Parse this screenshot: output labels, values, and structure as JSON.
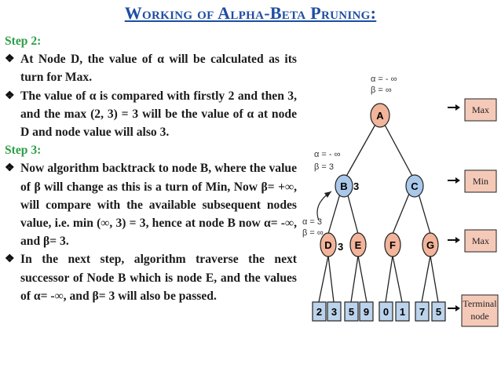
{
  "title": "Working of Alpha-Beta Pruning:",
  "steps": [
    {
      "heading": "Step 2:",
      "bullets": [
        "At Node D, the value of α will be calculated as its turn for Max.",
        "The value of α is compared with firstly 2 and then 3, and the max (2, 3) = 3 will be the value of α at node D and node value will also 3."
      ]
    },
    {
      "heading": "Step 3:",
      "bullets": [
        "Now algorithm backtrack to node B, where the value of β will change as this is a turn of Min, Now β= +∞, will compare with the available subsequent nodes value, i.e. min (∞, 3) = 3, hence at node B now α= -∞, and β= 3.",
        "In the next step, algorithm traverse the next successor of Node B which is node E, and the values of α= -∞, and β= 3 will also be passed."
      ]
    }
  ],
  "tree": {
    "nodes": {
      "A": "A",
      "B": "B",
      "C": "C",
      "D": "D",
      "E": "E",
      "F": "F",
      "G": "G"
    },
    "node_values": {
      "B": "3",
      "D": "3"
    },
    "leaves": [
      "2",
      "3",
      "5",
      "9",
      "0",
      "1",
      "7",
      "5"
    ],
    "annotations": {
      "A_alpha": "α = - ∞",
      "A_beta": "β =  ∞",
      "B_alpha": "α = - ∞",
      "B_beta": "β =  3",
      "D_alpha": "α = 3",
      "D_beta": "β = ∞"
    },
    "levels": [
      "Max",
      "Min",
      "Max",
      "Terminal node"
    ],
    "colors": {
      "node_fill": "#f2b49a",
      "node_fill_blue": "#a9c8ea",
      "leaf_fill": "#bcd3ec",
      "label_fill": "#f5c9b8",
      "stroke": "#222222"
    }
  }
}
